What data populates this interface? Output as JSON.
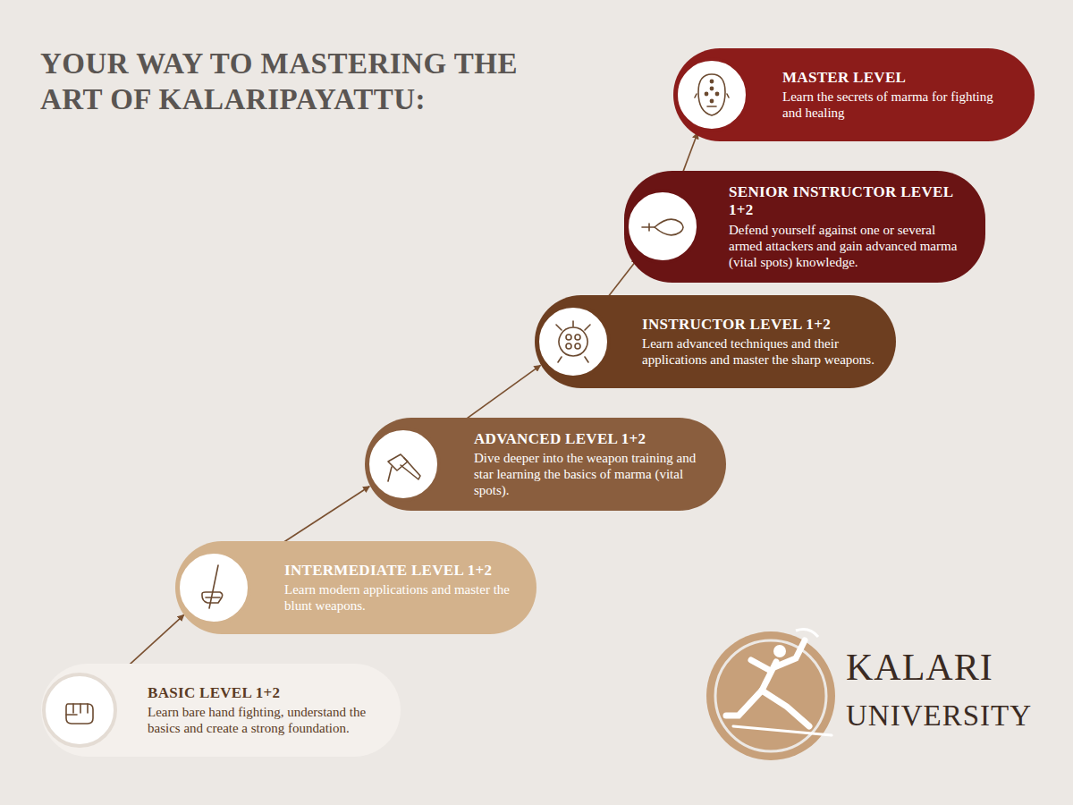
{
  "diagram": {
    "title": "YOUR WAY TO MASTERING THE ART OF KALARIPAYATTU:",
    "nodes": [
      {
        "text": [
          "BASIC LEVEL 1+2",
          "Learn bare hand fighting, understand the basics and create a strong foundation."
        ]
      },
      {
        "text": [
          "INTERMEDIATE LEVEL 1+2",
          "Learn modern applications and master the blunt weapons."
        ]
      },
      {
        "text": [
          "ADVANCED LEVEL 1+2",
          "Dive deeper into the weapon training and star learning the basics of marma (vital spots)."
        ]
      },
      {
        "text": [
          "INSTRUCTOR LEVEL 1+2",
          "Learn advanced techniques and their applications and master the sharp weapons."
        ]
      },
      {
        "text": [
          "SENIOR INSTRUCTOR LEVEL 1+2",
          "Defend yourself against one or several armed attackers and gain advanced marma (vital spots) knowledge."
        ]
      },
      {
        "text": [
          "MASTER LEVEL",
          "Learn the secrets of marma for fighting and healing"
        ]
      }
    ],
    "edges": [
      {
        "from": 0,
        "to": 1,
        "arrow": "to"
      },
      {
        "from": 1,
        "to": 2,
        "arrow": "to"
      },
      {
        "from": 2,
        "to": 3,
        "arrow": "to"
      },
      {
        "from": 3,
        "to": 4,
        "arrow": "to"
      },
      {
        "from": 4,
        "to": 5,
        "arrow": "to"
      }
    ],
    "labels": [
      "KALARI",
      "UNIVERSITY"
    ]
  }
}
